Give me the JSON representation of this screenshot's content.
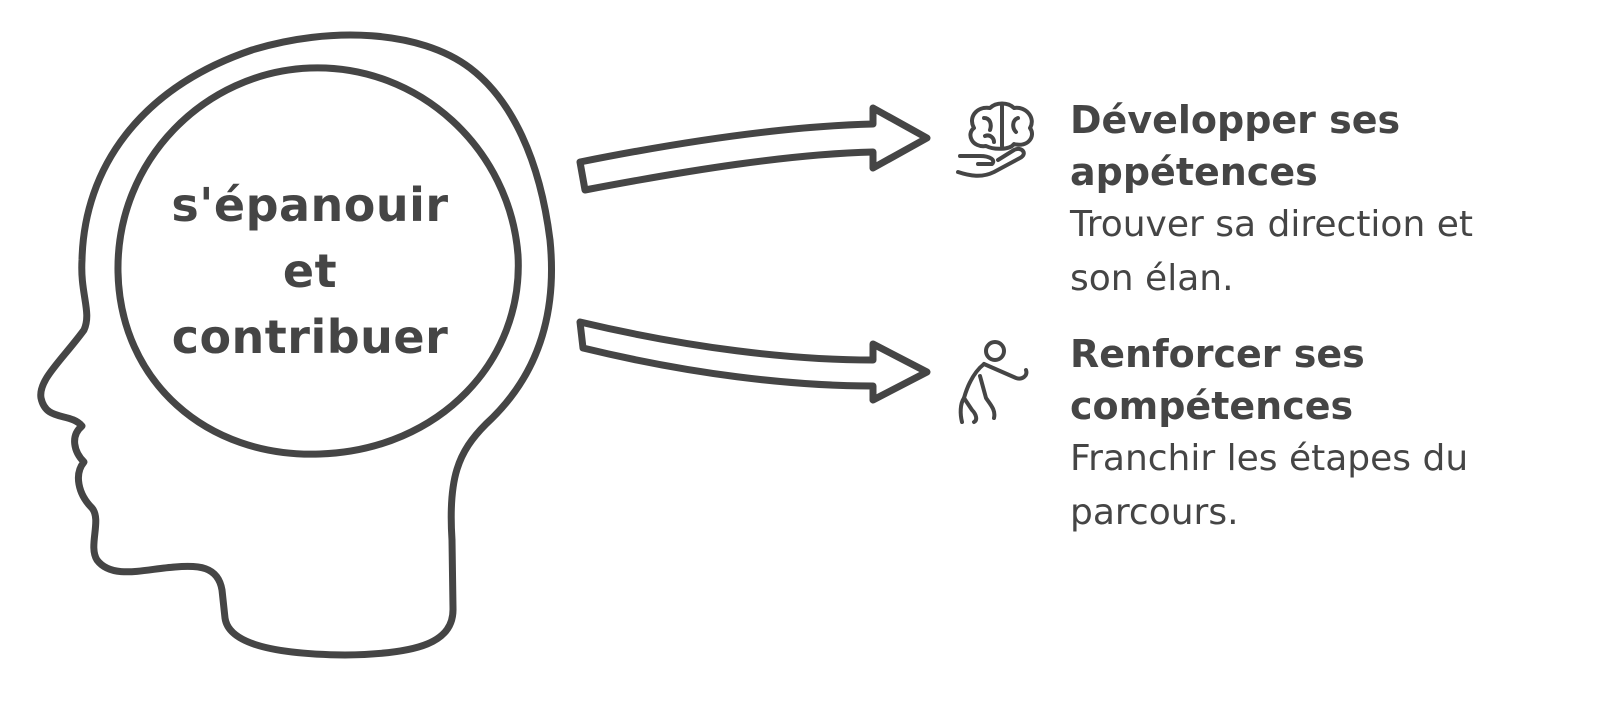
{
  "center": {
    "line1": "s'épanouir",
    "line2": "et",
    "line3": "contribuer"
  },
  "branches": [
    {
      "title_line1": "Développer ses",
      "title_line2": "appétences",
      "desc_line1": "Trouver sa direction et",
      "desc_line2": "son élan.",
      "icon": "brain-in-hand-icon"
    },
    {
      "title_line1": "Renforcer ses",
      "title_line2": "compétences",
      "desc_line1": "Franchir les étapes du",
      "desc_line2": "parcours.",
      "icon": "person-reaching-icon"
    }
  ],
  "colors": {
    "stroke": "#454545",
    "background": "#ffffff"
  }
}
